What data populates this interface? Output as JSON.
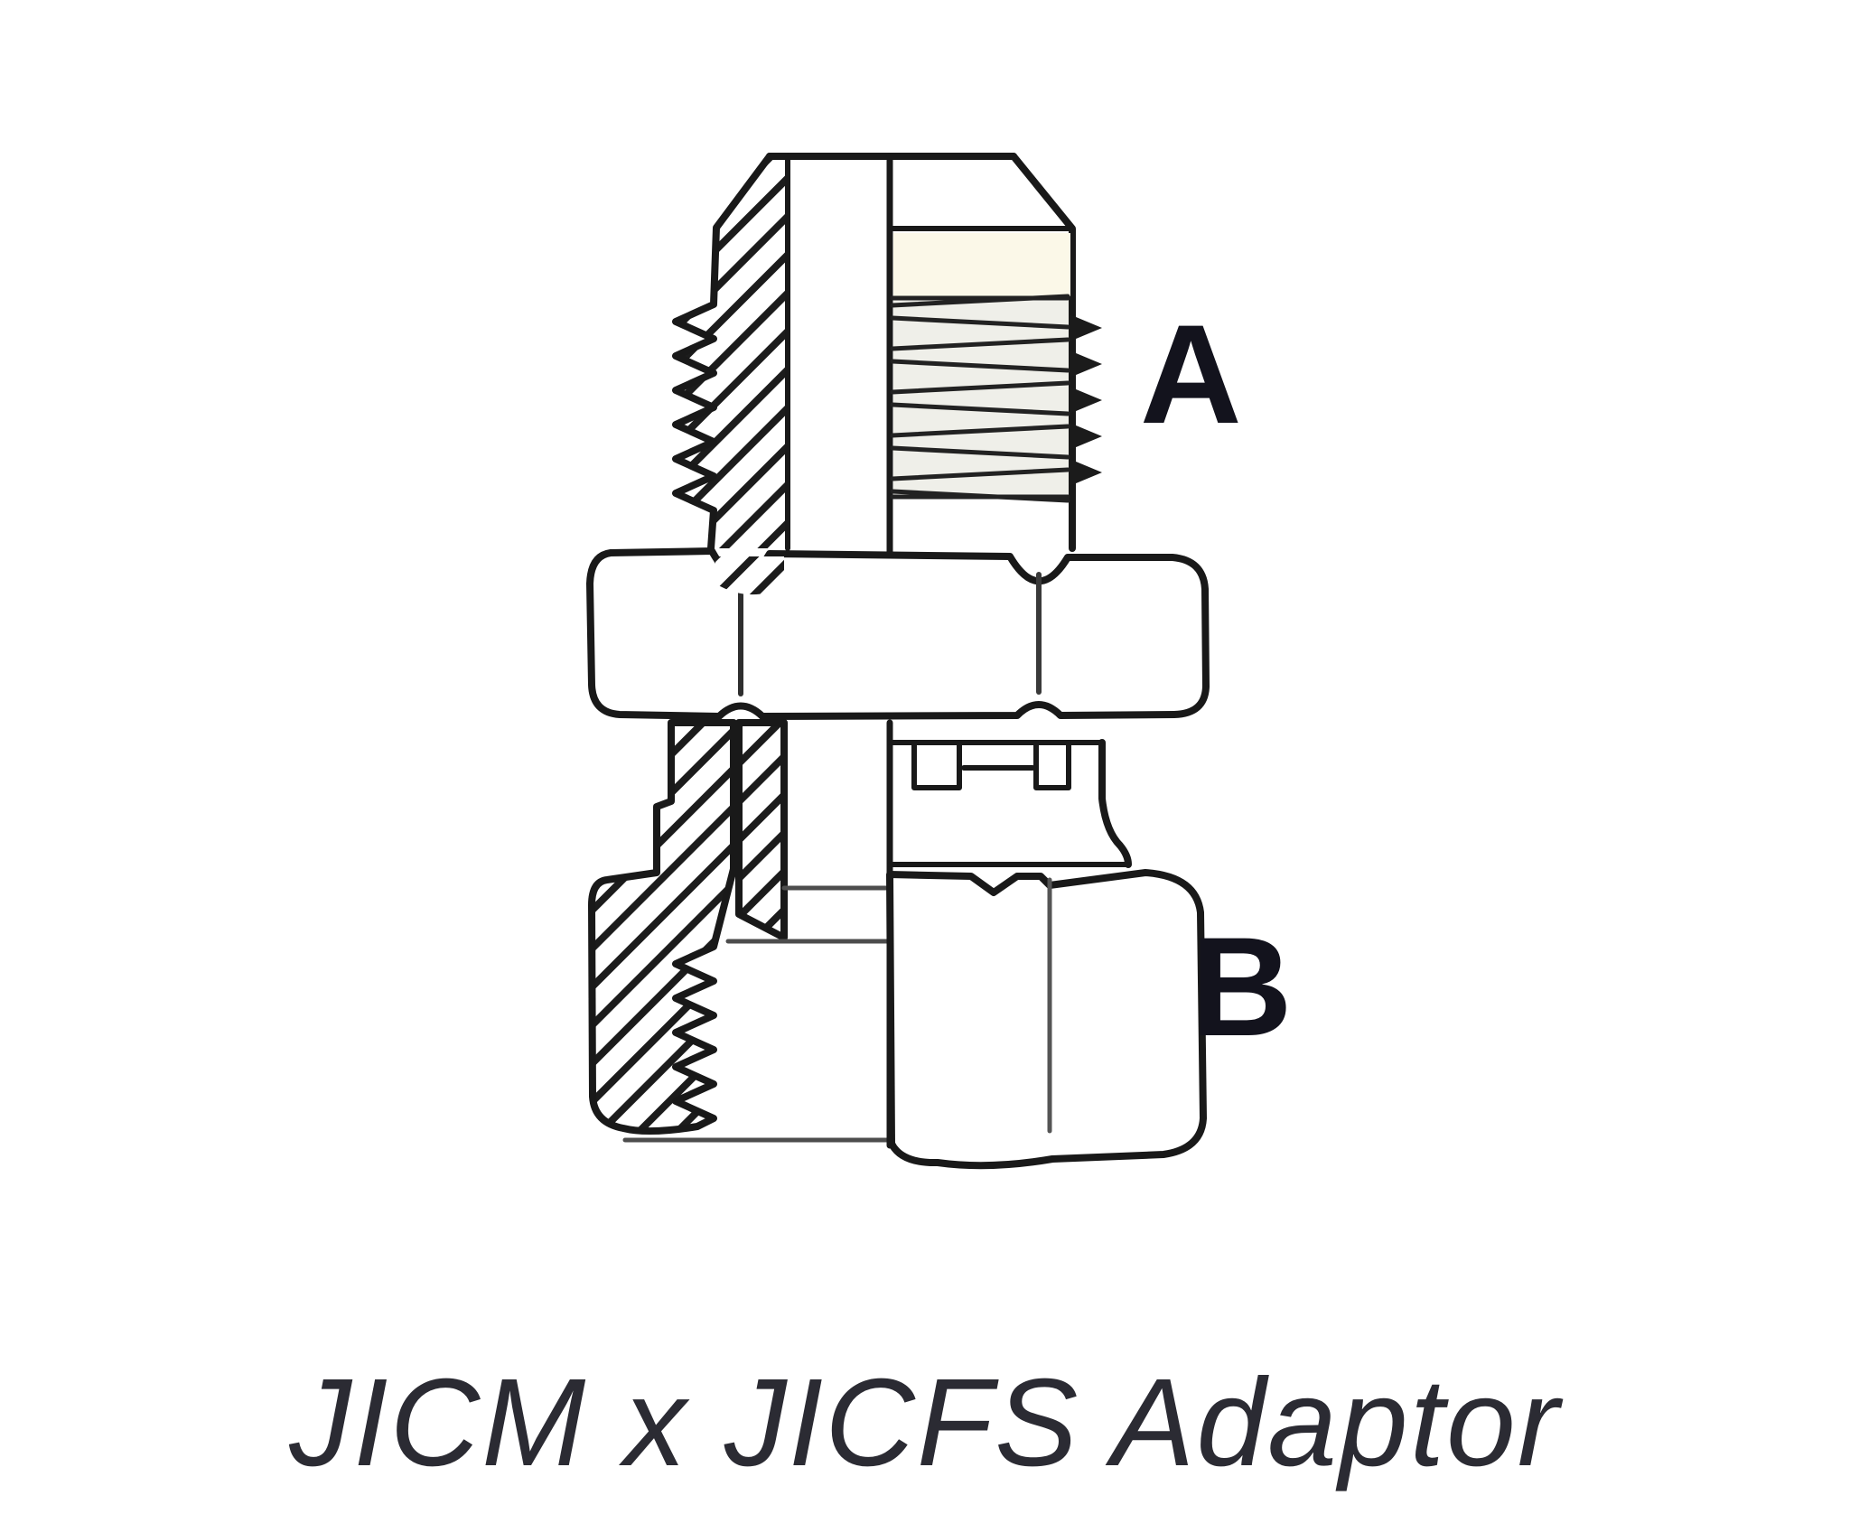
{
  "diagram": {
    "labels": {
      "a": "A",
      "b": "B"
    },
    "caption": "JICM x JICFS Adaptor"
  },
  "colors": {
    "background": "#ffffff",
    "line": "#191919",
    "inner_line": "#4d4d4d",
    "label_text": "#13131d",
    "caption_text": "#2b2b33"
  }
}
